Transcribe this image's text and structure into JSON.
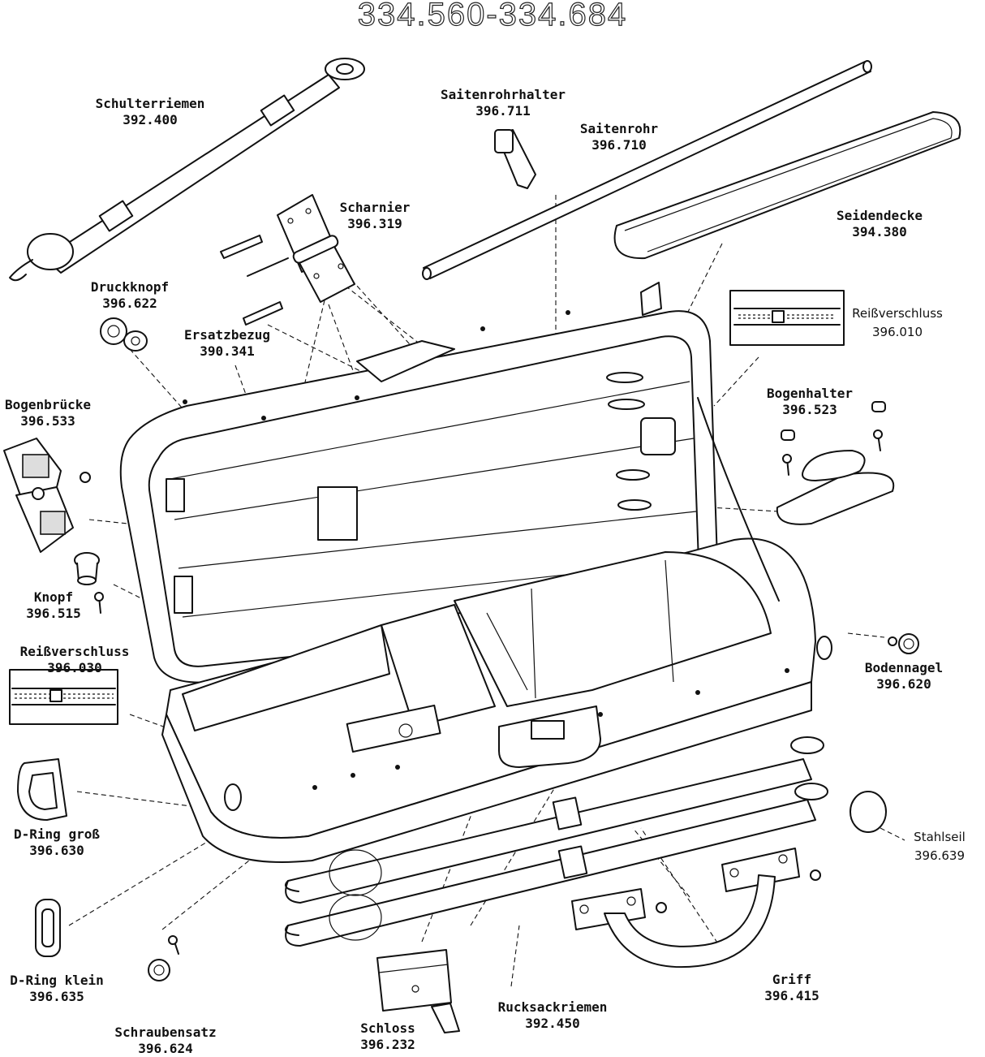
{
  "title": "334.560-334.684",
  "parts": [
    {
      "id": "schulterriemen",
      "name": "Schulterriemen",
      "code": "392.400"
    },
    {
      "id": "saitenrohrhalter",
      "name": "Saitenrohrhalter",
      "code": "396.711"
    },
    {
      "id": "saitenrohr",
      "name": "Saitenrohr",
      "code": "396.710"
    },
    {
      "id": "seidendecke",
      "name": "Seidendecke",
      "code": "394.380"
    },
    {
      "id": "scharnier",
      "name": "Scharnier",
      "code": "396.319"
    },
    {
      "id": "druckknopf",
      "name": "Druckknopf",
      "code": "396.622"
    },
    {
      "id": "ersatzbezug",
      "name": "Ersatzbezug",
      "code": "390.341"
    },
    {
      "id": "reissverschluss-top",
      "name": "Reißverschluss",
      "code": "396.010"
    },
    {
      "id": "bogenbruecke",
      "name": "Bogenbrücke",
      "code": "396.533"
    },
    {
      "id": "bogenhalter",
      "name": "Bogenhalter",
      "code": "396.523"
    },
    {
      "id": "knopf",
      "name": "Knopf",
      "code": "396.515"
    },
    {
      "id": "reissverschluss-left",
      "name": "Reißverschluss",
      "code": "396.030"
    },
    {
      "id": "bodennagel",
      "name": "Bodennagel",
      "code": "396.620"
    },
    {
      "id": "d-ring-gross",
      "name": "D-Ring groß",
      "code": "396.630"
    },
    {
      "id": "stahlseil",
      "name": "Stahlseil",
      "code": "396.639"
    },
    {
      "id": "d-ring-klein",
      "name": "D-Ring klein",
      "code": "396.635"
    },
    {
      "id": "griff",
      "name": "Griff",
      "code": "396.415"
    },
    {
      "id": "rucksackriemen",
      "name": "Rucksackriemen",
      "code": "392.450"
    },
    {
      "id": "schloss",
      "name": "Schloss",
      "code": "396.232"
    },
    {
      "id": "schraubensatz",
      "name": "Schraubensatz",
      "code": "396.624"
    }
  ]
}
